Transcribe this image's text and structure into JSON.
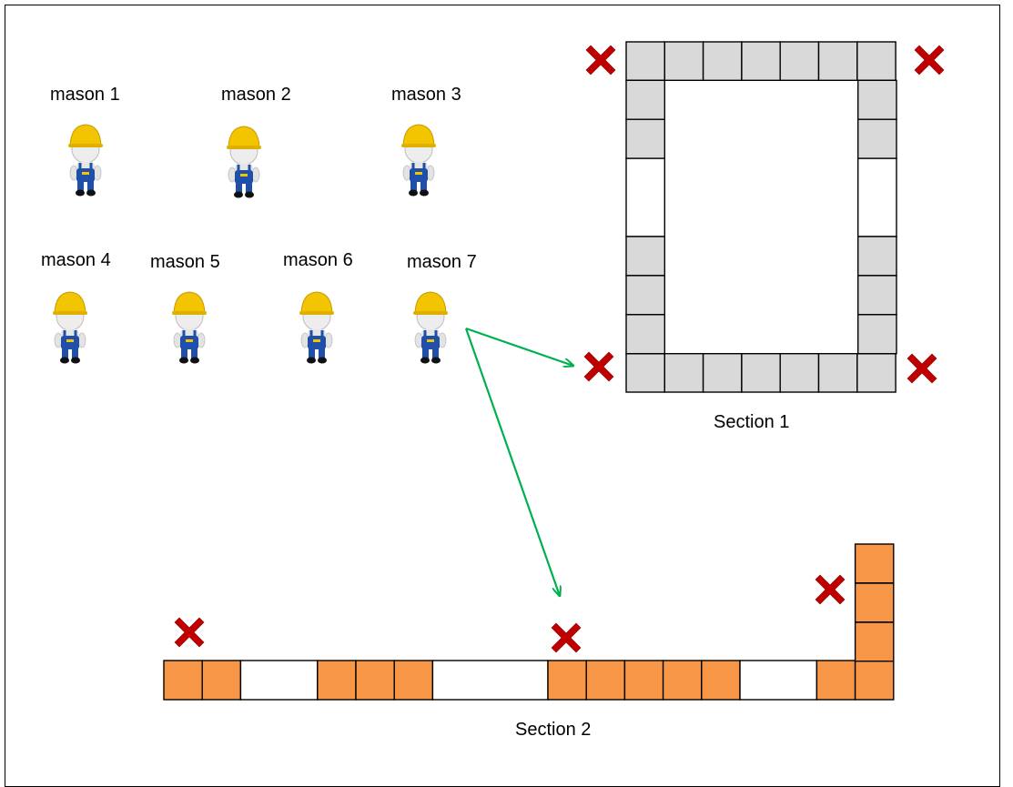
{
  "colors": {
    "section1_fill": "#d9d9d9",
    "section2_fill": "#f79646",
    "marker": "#c00000",
    "arrow": "#00b050",
    "helmet": "#f2c500",
    "overalls": "#1f4fa8"
  },
  "masons": [
    {
      "label": "mason 1"
    },
    {
      "label": "mason 2"
    },
    {
      "label": "mason 3"
    },
    {
      "label": "mason 4"
    },
    {
      "label": "mason 5"
    },
    {
      "label": "mason 6"
    },
    {
      "label": "mason 7"
    }
  ],
  "section1": {
    "label": "Section 1",
    "top_row": [
      1,
      1,
      1,
      1,
      1,
      1,
      1
    ],
    "bottom_row": [
      1,
      1,
      1,
      1,
      1,
      1,
      1
    ],
    "left_column": [
      1,
      1,
      0,
      0,
      1,
      1,
      1
    ],
    "right_column": [
      1,
      1,
      0,
      0,
      1,
      1,
      1
    ]
  },
  "section2": {
    "label": "Section 2",
    "row": [
      1,
      1,
      0,
      0,
      1,
      1,
      1,
      0,
      0,
      0,
      1,
      1,
      1,
      1,
      1,
      0,
      0,
      1,
      1
    ],
    "column": [
      1,
      1,
      1
    ]
  },
  "markers": {
    "section1_count": 4,
    "section2_count": 3,
    "icon": "x-marker-icon"
  },
  "arrows": {
    "from": "mason 7",
    "targets": [
      "Section 1",
      "Section 2"
    ],
    "icon": "arrow-icon"
  }
}
